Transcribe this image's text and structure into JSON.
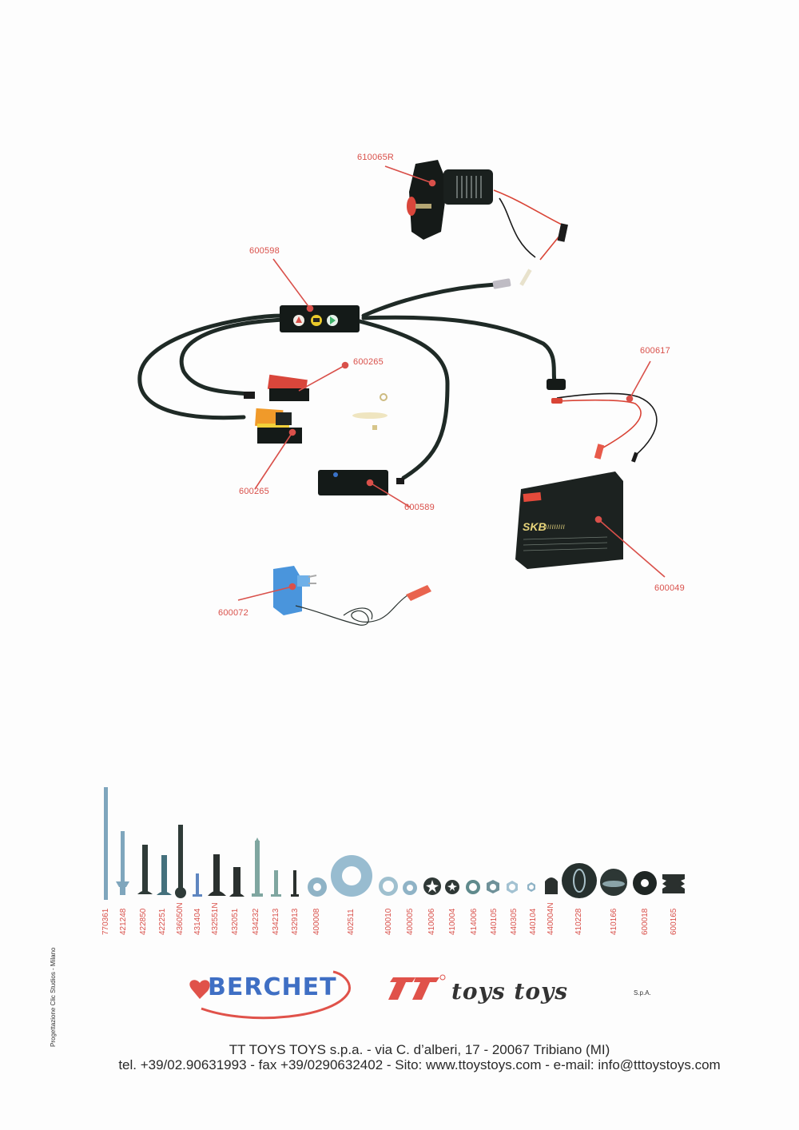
{
  "document": {
    "type": "spare parts catalogue page",
    "accent_color": "#d9504a"
  },
  "callouts": [
    {
      "id": "motor",
      "code": "610065R",
      "part": "gear motor"
    },
    {
      "id": "harness",
      "code": "600598",
      "part": "wiring harness with direction switch"
    },
    {
      "id": "pedal_top",
      "code": "600265",
      "part": "switch"
    },
    {
      "id": "pedal_bottom",
      "code": "600265",
      "part": "switch"
    },
    {
      "id": "button_box",
      "code": "600589",
      "part": "control box"
    },
    {
      "id": "battery_cable",
      "code": "600617",
      "part": "battery cable"
    },
    {
      "id": "battery",
      "code": "600049",
      "part": "battery"
    },
    {
      "id": "charger",
      "code": "600072",
      "part": "charger"
    }
  ],
  "battery_brand": "SKB",
  "hardware": [
    {
      "code": "770361",
      "kind": "threaded-rod"
    },
    {
      "code": "421248",
      "kind": "rivet"
    },
    {
      "code": "422850",
      "kind": "bolt"
    },
    {
      "code": "422251",
      "kind": "bolt"
    },
    {
      "code": "436050N",
      "kind": "bolt"
    },
    {
      "code": "431404",
      "kind": "screw"
    },
    {
      "code": "432551N",
      "kind": "bolt"
    },
    {
      "code": "432051",
      "kind": "bolt"
    },
    {
      "code": "434232",
      "kind": "self-tapping-screw"
    },
    {
      "code": "434213",
      "kind": "screw"
    },
    {
      "code": "432913",
      "kind": "screw"
    },
    {
      "code": "400008",
      "kind": "washer"
    },
    {
      "code": "402511",
      "kind": "large-washer"
    },
    {
      "code": "400010",
      "kind": "washer"
    },
    {
      "code": "400005",
      "kind": "washer"
    },
    {
      "code": "410006",
      "kind": "star-washer"
    },
    {
      "code": "410004",
      "kind": "star-washer"
    },
    {
      "code": "414006",
      "kind": "nut"
    },
    {
      "code": "440105",
      "kind": "nut"
    },
    {
      "code": "440305",
      "kind": "nut"
    },
    {
      "code": "440104",
      "kind": "nut"
    },
    {
      "code": "440004N",
      "kind": "cap-nut"
    },
    {
      "code": "410228",
      "kind": "hub-cap"
    },
    {
      "code": "410166",
      "kind": "dome-cap"
    },
    {
      "code": "600018",
      "kind": "grommet"
    },
    {
      "code": "600165",
      "kind": "bushing"
    }
  ],
  "logos": {
    "berchet": "BERCHET",
    "tt_mark": "tt",
    "tt_name": "toys toys",
    "tt_suffix": "S.p.A."
  },
  "footer": {
    "line1": "TT TOYS TOYS s.p.a. - via C. d’alberi, 17 - 20067 Tribiano (MI)",
    "line2": "tel. +39/02.90631993 - fax +39/0290632402 - Sito: www.ttoystoys.com - e-mail: info@tttoystoys.com"
  },
  "credit": "Progettazione Clic Studios - Milano"
}
